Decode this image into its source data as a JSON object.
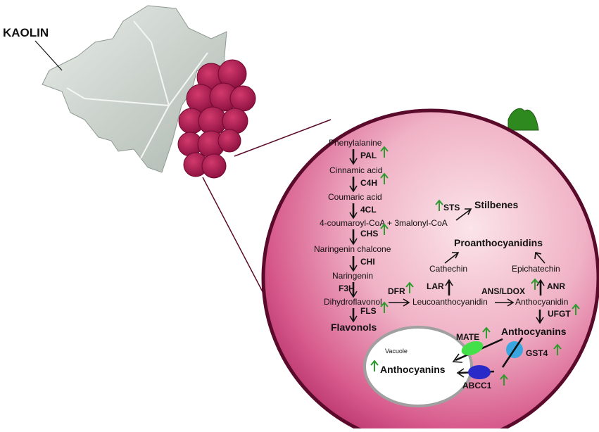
{
  "label": {
    "kaolin": "KAOLIN"
  },
  "pathway": {
    "phenylalanine": "Phenylalanine",
    "pal": "PAL",
    "cinnamic_acid": "Cinnamic acid",
    "c4h": "C4H",
    "coumaric_acid": "Coumaric acid",
    "fourcl": "4CL",
    "coumaroyl": "4-coumaroyl-CoA + 3malonyl-CoA",
    "sts": "STS",
    "stilbenes": "Stilbenes",
    "chs": "CHS",
    "naringenin_chalcone": "Naringenin chalcone",
    "chi": "CHI",
    "naringenin": "Naringenin",
    "f3h": "F3H",
    "proanthocyanidins": "Proanthocyanidins",
    "cathechin": "Cathechin",
    "epichatechin": "Epichatechin",
    "lar": "LAR",
    "anr": "ANR",
    "dfr": "DFR",
    "ans_ldox": "ANS/LDOX",
    "dihydroflavonol": "Dihydroflavonol",
    "leucoanthocyanidin": "Leucoanthocyanidin",
    "anthocyanidin": "Anthocyanidin",
    "fls": "FLS",
    "ufgt": "UFGT",
    "flavonols": "Flavonols",
    "anthocyanins": "Anthocyanins",
    "mate": "MATE",
    "gst4": "GST4",
    "vacuole": "Vacuole",
    "vacuole_anthocyanins": "Anthocyanins",
    "abcc1": "ABCC1"
  },
  "colors": {
    "upregulation_arrow": "#2e9b2e",
    "berry": "#b0174f",
    "cell_outline": "#5a0a2a",
    "stem": "#2e8a1e",
    "mate_transporter": "#44e04a",
    "gst4_protein": "#3aa6e0",
    "abcc1_transporter": "#2a2ac8"
  }
}
